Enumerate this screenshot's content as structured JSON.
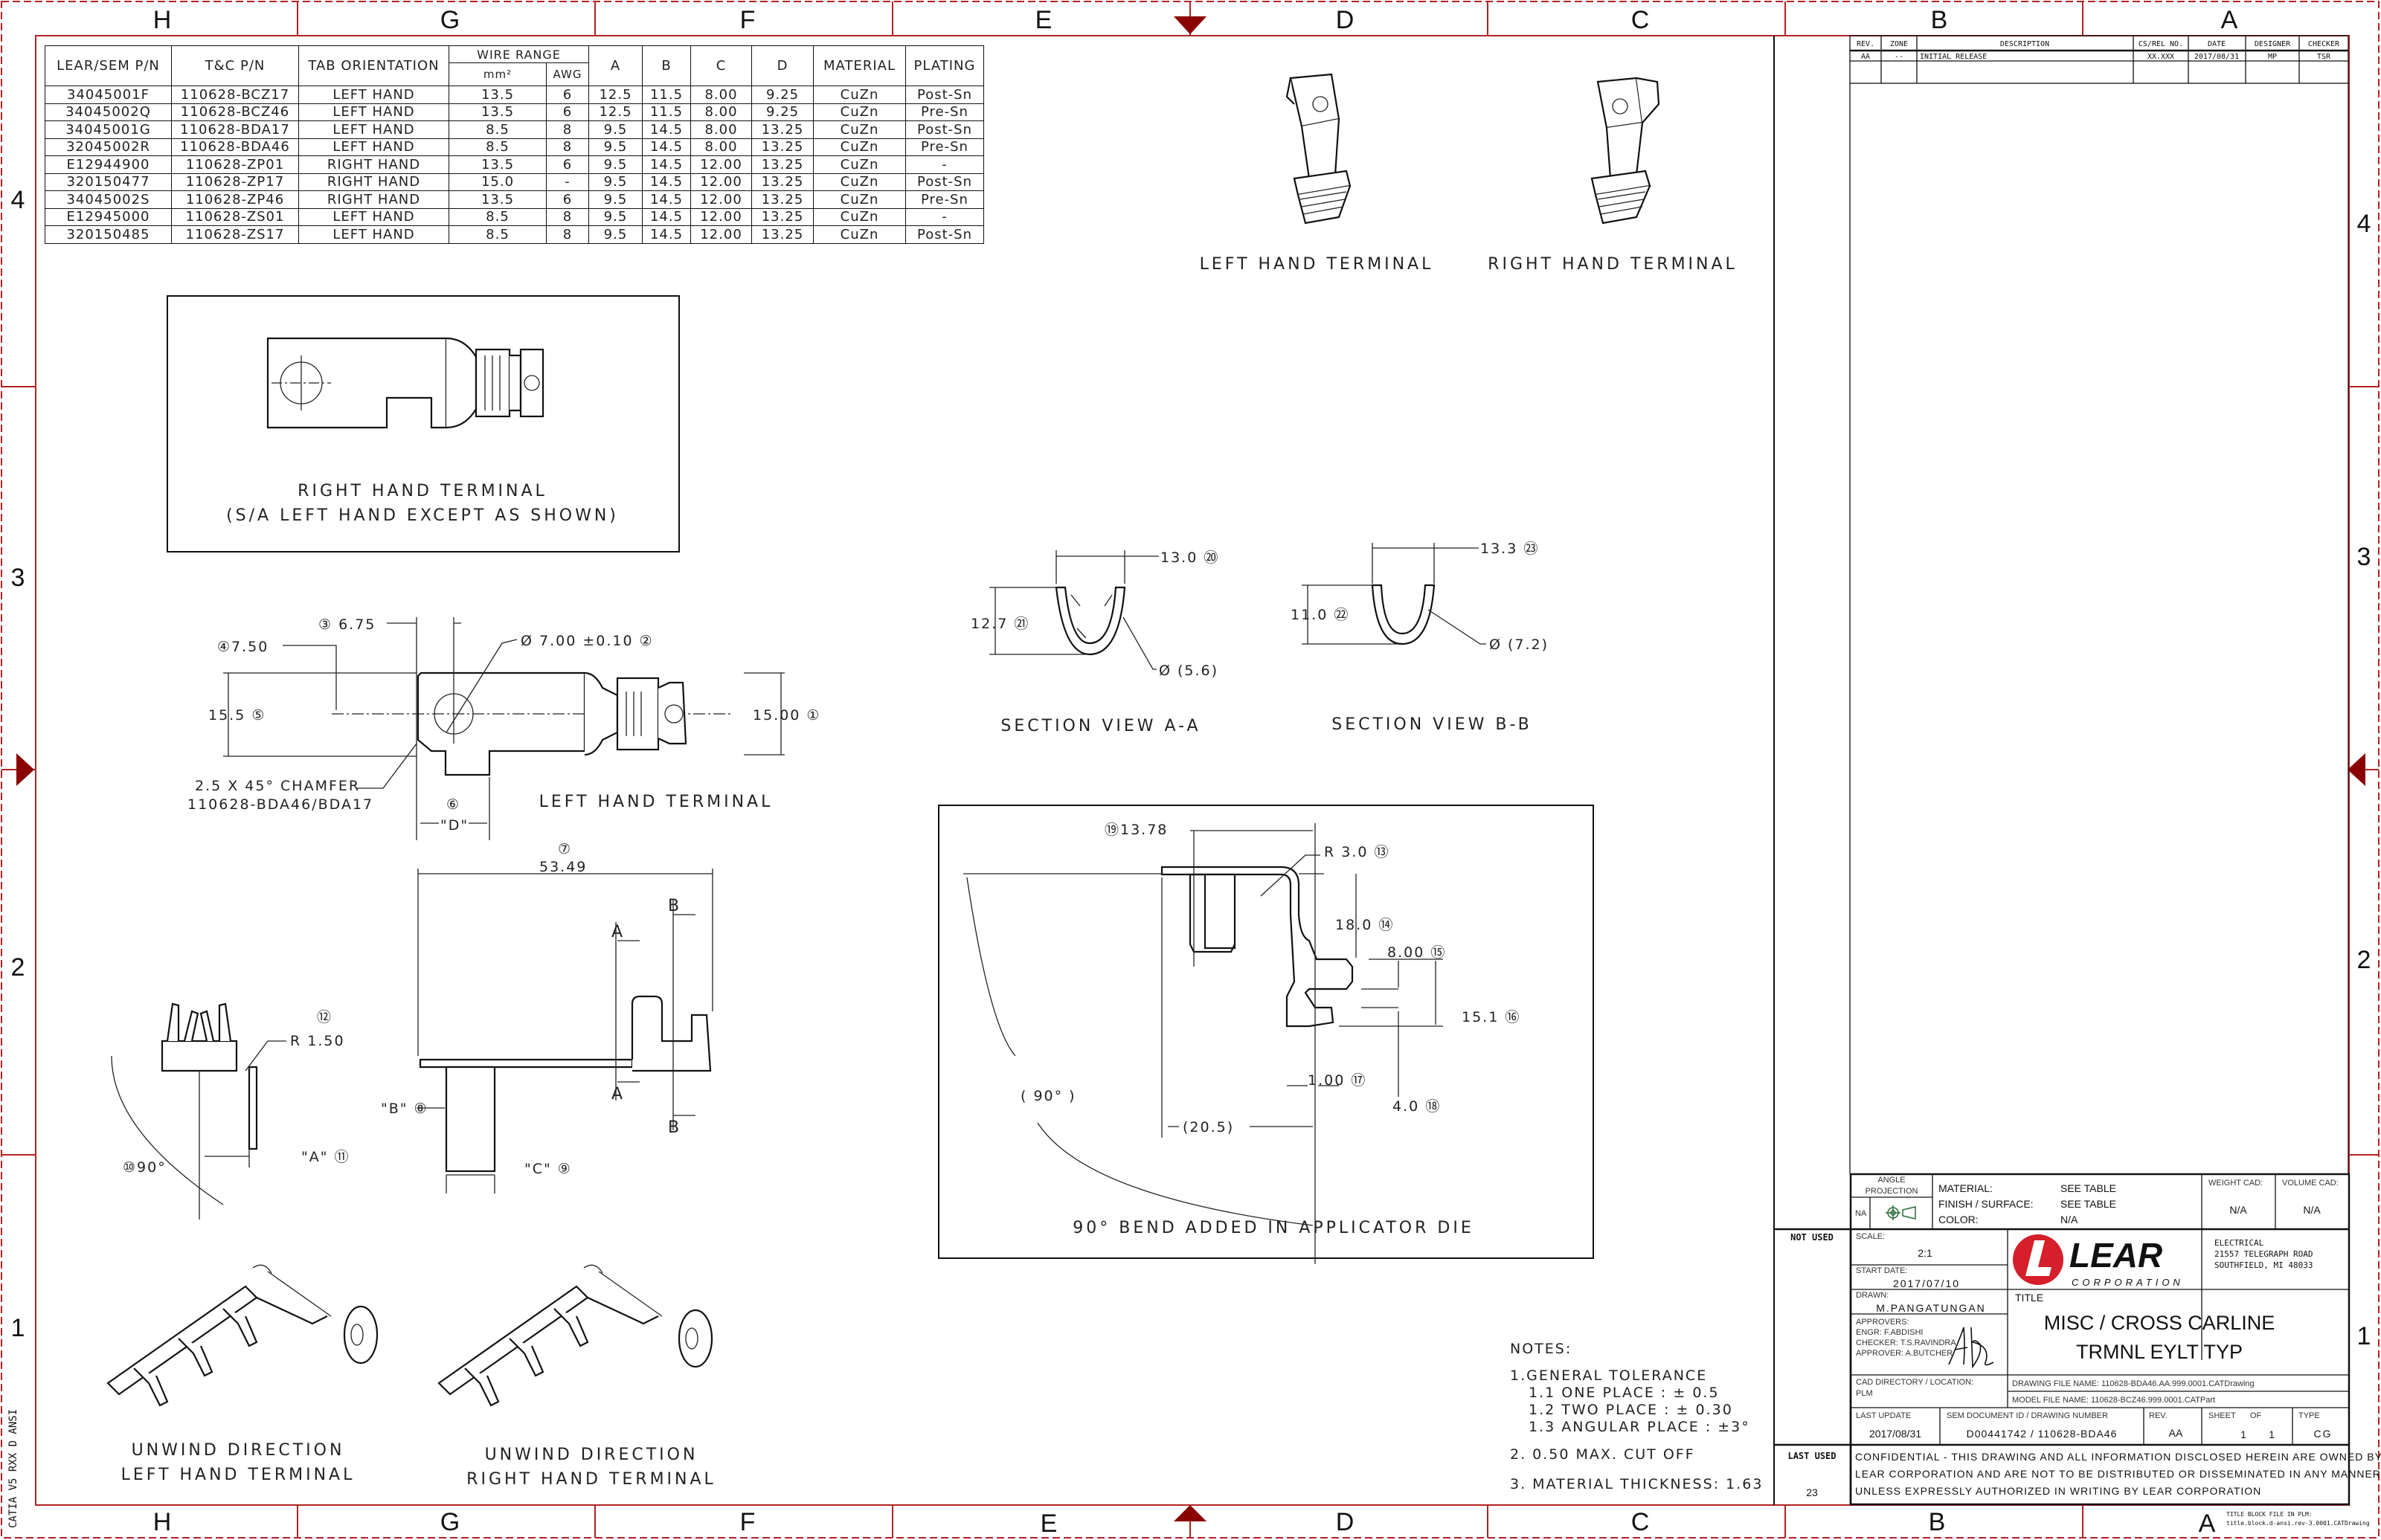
{
  "zones": {
    "columns": [
      "H",
      "G",
      "F",
      "E",
      "D",
      "C",
      "B",
      "A"
    ],
    "rows": [
      "4",
      "3",
      "2",
      "1"
    ]
  },
  "colors": {
    "border": "#b22222",
    "ink": "#111111",
    "logo_red": "#d51f2b"
  },
  "parts_table": {
    "headers": {
      "lear_pn": "LEAR/SEM P/N",
      "tc_pn": "T&C P/N",
      "tab_orientation": "TAB ORIENTATION",
      "wire_range": "WIRE RANGE",
      "mm2": "mm²",
      "awg": "AWG",
      "a": "A",
      "b": "B",
      "c": "C",
      "d": "D",
      "material": "MATERIAL",
      "plating": "PLATING"
    },
    "rows": [
      [
        "34045001F",
        "110628-BCZ17",
        "LEFT HAND",
        "13.5",
        "6",
        "12.5",
        "11.5",
        "8.00",
        "9.25",
        "CuZn",
        "Post-Sn"
      ],
      [
        "34045002Q",
        "110628-BCZ46",
        "LEFT HAND",
        "13.5",
        "6",
        "12.5",
        "11.5",
        "8.00",
        "9.25",
        "CuZn",
        "Pre-Sn"
      ],
      [
        "34045001G",
        "110628-BDA17",
        "LEFT HAND",
        "8.5",
        "8",
        "9.5",
        "14.5",
        "8.00",
        "13.25",
        "CuZn",
        "Post-Sn"
      ],
      [
        "32045002R",
        "110628-BDA46",
        "LEFT HAND",
        "8.5",
        "8",
        "9.5",
        "14.5",
        "8.00",
        "13.25",
        "CuZn",
        "Pre-Sn"
      ],
      [
        "E12944900",
        "110628-ZP01",
        "RIGHT HAND",
        "13.5",
        "6",
        "9.5",
        "14.5",
        "12.00",
        "13.25",
        "CuZn",
        "-"
      ],
      [
        "320150477",
        "110628-ZP17",
        "RIGHT HAND",
        "15.0",
        "-",
        "9.5",
        "14.5",
        "12.00",
        "13.25",
        "CuZn",
        "Post-Sn"
      ],
      [
        "34045002S",
        "110628-ZP46",
        "RIGHT HAND",
        "13.5",
        "6",
        "9.5",
        "14.5",
        "12.00",
        "13.25",
        "CuZn",
        "Pre-Sn"
      ],
      [
        "E12945000",
        "110628-ZS01",
        "LEFT HAND",
        "8.5",
        "8",
        "9.5",
        "14.5",
        "12.00",
        "13.25",
        "CuZn",
        "-"
      ],
      [
        "320150485",
        "110628-ZS17",
        "LEFT HAND",
        "8.5",
        "8",
        "9.5",
        "14.5",
        "12.00",
        "13.25",
        "CuZn",
        "Post-Sn"
      ]
    ]
  },
  "revision_table": {
    "headers": [
      "REV.",
      "ZONE",
      "DESCRIPTION",
      "CS/REL NO.",
      "DATE",
      "DESIGNER",
      "CHECKER"
    ],
    "rows": [
      [
        "AA",
        "--",
        "INITIAL RELEASE",
        "XX.XXX",
        "2017/08/31",
        "MP",
        "TSR"
      ]
    ]
  },
  "views": {
    "iso_left_label": "LEFT HAND TERMINAL",
    "iso_right_label": "RIGHT HAND TERMINAL",
    "rh_box": {
      "line1": "RIGHT HAND TERMINAL",
      "line2": "(S/A LEFT HAND EXCEPT AS SHOWN)"
    },
    "lh_plan": {
      "label": "LEFT HAND TERMINAL",
      "dim_675": "③ 6.75",
      "dim_750": "④7.50",
      "dim_hole": "Ø 7.00 ±0.10 ②",
      "dim_155": "15.5 ⑤",
      "dim_1500": "15.00 ①",
      "chamfer1": "2.5 X 45° CHAMFER",
      "chamfer2": "110628-BDA46/BDA17",
      "balloon6": "⑥",
      "dim_d": "\"D\""
    },
    "section_aa": {
      "label": "SECTION VIEW A-A",
      "w": "13.0 ⑳",
      "h": "12.7 ㉑",
      "dia": "Ø (5.6)"
    },
    "section_bb": {
      "label": "SECTION VIEW B-B",
      "w": "13.3 ㉓",
      "h": "11.0 ㉒",
      "dia": "Ø (7.2)"
    },
    "side": {
      "balloon7": "⑦",
      "len": "53.49",
      "sec_a": "A",
      "sec_b": "B",
      "dim_b": "\"B\" ⑧",
      "dim_c": "\"C\" ⑨"
    },
    "front": {
      "balloon12": "⑫",
      "radius": "R 1.50",
      "angle": "⑩90°",
      "dim_a": "\"A\" ⑪"
    },
    "bend": {
      "label": "90° BEND ADDED IN APPLICATOR DIE",
      "d1378": "⑲13.78",
      "r30": "R 3.0 ⑬",
      "d180": "18.0 ⑭",
      "d800": "8.00 ⑮",
      "d151": "15.1 ⑯",
      "d100": "1.00 ⑰",
      "d40": "4.0 ⑱",
      "ang": "( 90° )",
      "d205": "(20.5)"
    },
    "unwind_left": {
      "line1": "UNWIND DIRECTION",
      "line2": "LEFT HAND TERMINAL"
    },
    "unwind_right": {
      "line1": "UNWIND DIRECTION",
      "line2": "RIGHT HAND TERMINAL"
    }
  },
  "notes": {
    "title": "NOTES:",
    "lines": [
      "1.GENERAL TOLERANCE",
      "1.1 ONE PLACE : ± 0.5",
      "1.2 TWO PLACE : ± 0.30",
      "1.3 ANGULAR PLACE : ±3°",
      "2. 0.50 MAX. CUT OFF",
      "3. MATERIAL THICKNESS: 1.63"
    ]
  },
  "title_block": {
    "angle_projection_label": "ANGLE",
    "angle_projection_label2": "PROJECTION",
    "projection_value": "NA",
    "material_label": "MATERIAL:",
    "material_value": "SEE TABLE",
    "finish_label": "FINISH / SURFACE:",
    "finish_value": "SEE TABLE",
    "color_label": "COLOR:",
    "color_value": "N/A",
    "weight_label": "WEIGHT CAD:",
    "weight_value": "N/A",
    "volume_label": "VOLUME CAD:",
    "volume_value": "N/A",
    "not_used": "NOT USED",
    "scale_label": "SCALE:",
    "scale_value": "2:1",
    "start_date_label": "START DATE:",
    "start_date_value": "2017/07/10",
    "logo_text": "LEAR",
    "logo_sub": "CORPORATION",
    "address": [
      "ELECTRICAL",
      "21557 TELEGRAPH ROAD",
      "SOUTHFIELD, MI  48033"
    ],
    "drawn_label": "DRAWN:",
    "drawn_value": "M.PANGATUNGAN",
    "title_label": "TITLE",
    "title_line1": "MISC / CROSS CARLINE",
    "title_line2": "TRMNL EYLT TYP",
    "approvers_label": "APPROVERS:",
    "approvers": [
      "ENGR: F.ABDISHI",
      "CHECKER: T.S.RAVINDRA",
      "APPROVER: A.BUTCHER"
    ],
    "cad_dir_label": "CAD DIRECTORY / LOCATION:",
    "cad_dir_value": "PLM",
    "drawing_file": "DRAWING FILE NAME: 110628-BDA46.AA.999.0001.CATDrawing",
    "model_file": "MODEL FILE NAME: 110628-BCZ46.999.0001.CATPart",
    "last_update_label": "LAST UPDATE",
    "last_update_value": "2017/08/31",
    "sem_doc_label": "SEM DOCUMENT ID / DRAWING NUMBER",
    "sem_doc_value": "D00441742 / 110628-BDA46",
    "rev_label": "REV.",
    "rev_value": "AA",
    "sheet_label": "SHEET",
    "of_label": "OF",
    "sheet_value": "1",
    "of_value": "1",
    "type_label": "TYPE",
    "type_value": "CG",
    "last_used_label": "LAST USED",
    "last_used_value": "23",
    "confidential": [
      "CONFIDENTIAL - THIS DRAWING AND ALL INFORMATION DISCLOSED HEREIN ARE OWNED BY",
      "LEAR CORPORATION AND ARE NOT TO BE DISTRIBUTED OR DISSEMINATED IN ANY MANNER",
      "UNLESS EXPRESSLY AUTHORIZED IN WRITING BY LEAR CORPORATION"
    ],
    "template_file": [
      "TITLE BLOCK FILE IN PLM:",
      "title.block.d-ansi.rev-3.0001.CATDrawing"
    ]
  },
  "side_note": "CATIA V5 RXX D ANSI"
}
